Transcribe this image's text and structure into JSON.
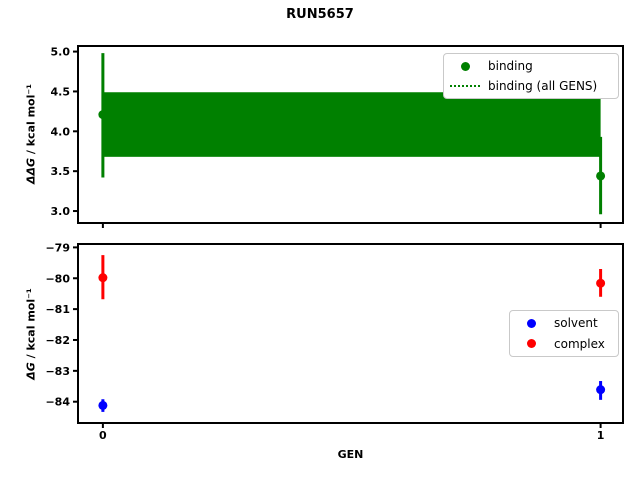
{
  "figure": {
    "title": "RUN5657",
    "xlabel": "GEN",
    "background": "#ffffff"
  },
  "chart_data": [
    {
      "id": "relative-binding-free-energy",
      "type": "scatter",
      "ylabel_math": "ΔΔG",
      "ylabel_rest": " / kcal mol⁻¹",
      "xlim": [
        -0.05,
        1.045
      ],
      "ylim": [
        2.85,
        5.07
      ],
      "yticks": [
        5.0,
        4.5,
        4.0,
        3.5,
        3.0
      ],
      "yticklabels": [
        "5.0",
        "4.5",
        "4.0",
        "3.5",
        "3.0"
      ],
      "xticks": [
        0,
        1
      ],
      "xticklabels": [
        "",
        ""
      ],
      "band": {
        "label": "binding (all GENS)",
        "color": "#008000",
        "x": [
          0,
          1
        ],
        "lo": 3.68,
        "hi": 4.49,
        "linestyle": "dotted"
      },
      "series": [
        {
          "name": "binding",
          "color": "#008000",
          "marker": "circle",
          "points": [
            {
              "x": 0,
              "y": 4.21,
              "err_lo": 3.42,
              "err_hi": 4.98
            },
            {
              "x": 1,
              "y": 3.44,
              "err_lo": 2.96,
              "err_hi": 3.93
            }
          ]
        }
      ],
      "legend": {
        "position": "upper-right",
        "items": [
          {
            "symbol": "dot",
            "color": "#008000",
            "label": "binding"
          },
          {
            "symbol": "dotted-line",
            "color": "#008000",
            "label": "binding (all GENS)"
          }
        ]
      }
    },
    {
      "id": "absolute-free-energies",
      "type": "scatter",
      "ylabel_math": "ΔG",
      "ylabel_rest": " / kcal mol⁻¹",
      "xlim": [
        -0.05,
        1.045
      ],
      "ylim": [
        -84.69,
        -78.89
      ],
      "yticks": [
        -79,
        -80,
        -81,
        -82,
        -83,
        -84
      ],
      "yticklabels": [
        "−79",
        "−80",
        "−81",
        "−82",
        "−83",
        "−84"
      ],
      "xticks": [
        0,
        1
      ],
      "xticklabels": [
        "0",
        "1"
      ],
      "series": [
        {
          "name": "solvent",
          "color": "#0000ff",
          "marker": "circle",
          "points": [
            {
              "x": 0,
              "y": -84.12,
              "err_lo": -84.33,
              "err_hi": -83.92
            },
            {
              "x": 1,
              "y": -83.61,
              "err_lo": -83.94,
              "err_hi": -83.33
            }
          ]
        },
        {
          "name": "complex",
          "color": "#ff0000",
          "marker": "circle",
          "points": [
            {
              "x": 0,
              "y": -79.98,
              "err_lo": -80.68,
              "err_hi": -79.25
            },
            {
              "x": 1,
              "y": -80.16,
              "err_lo": -80.6,
              "err_hi": -79.7
            }
          ]
        }
      ],
      "legend": {
        "position": "center-right",
        "items": [
          {
            "symbol": "dot",
            "color": "#0000ff",
            "label": "solvent"
          },
          {
            "symbol": "dot",
            "color": "#ff0000",
            "label": "complex"
          }
        ]
      }
    }
  ]
}
